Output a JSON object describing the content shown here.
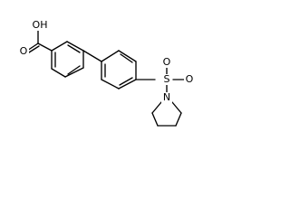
{
  "molecule": {
    "atoms": {
      "carboxyl_oh": "OH",
      "carboxyl_o": "O",
      "sulfonyl_o_left": "O",
      "sulfur": "S",
      "sulfonyl_o_right": "O",
      "nitrogen": "N"
    }
  },
  "colors": {
    "background": "#ffffff",
    "ink": "#000000"
  }
}
